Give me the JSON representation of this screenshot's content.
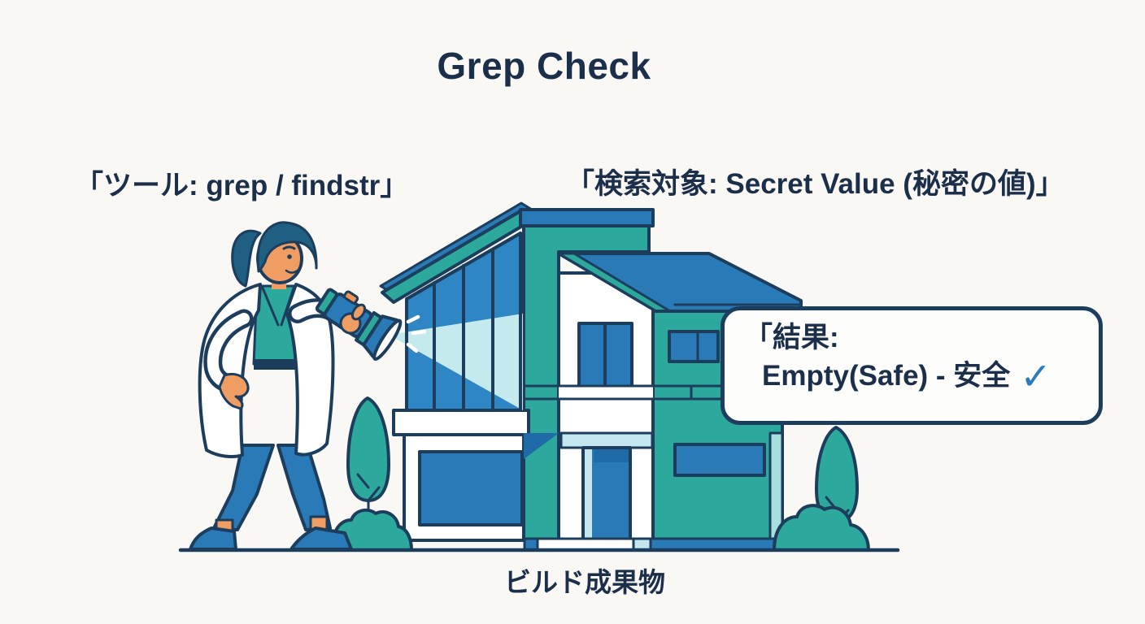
{
  "title": "Grep Check",
  "labels": {
    "tool": "「ツール: grep / findstr」",
    "target": "「検索対象: Secret Value (秘密の値)」",
    "artifact": "ビルド成果物"
  },
  "callout": {
    "line1": "「結果:",
    "line2": "Empty(Safe) - 安全",
    "check": "✓"
  },
  "colors": {
    "background": "#F9F8F5",
    "ink": "#1B2F4B",
    "outline": "#1D3D5C",
    "teal": "#2CA89C",
    "teal_light": "#A7DEDE",
    "blue": "#2A7AB8",
    "blue_deep": "#1E6BA8",
    "beam": "#C4EAED",
    "glass_blue": "#2E86C4",
    "pale_blue": "#C4E6EF",
    "skin": "#EF9D62",
    "hair": "#1E5F82",
    "orange": "#F09355",
    "check": "#2B7CBD",
    "paper": "#FDFDFB"
  }
}
